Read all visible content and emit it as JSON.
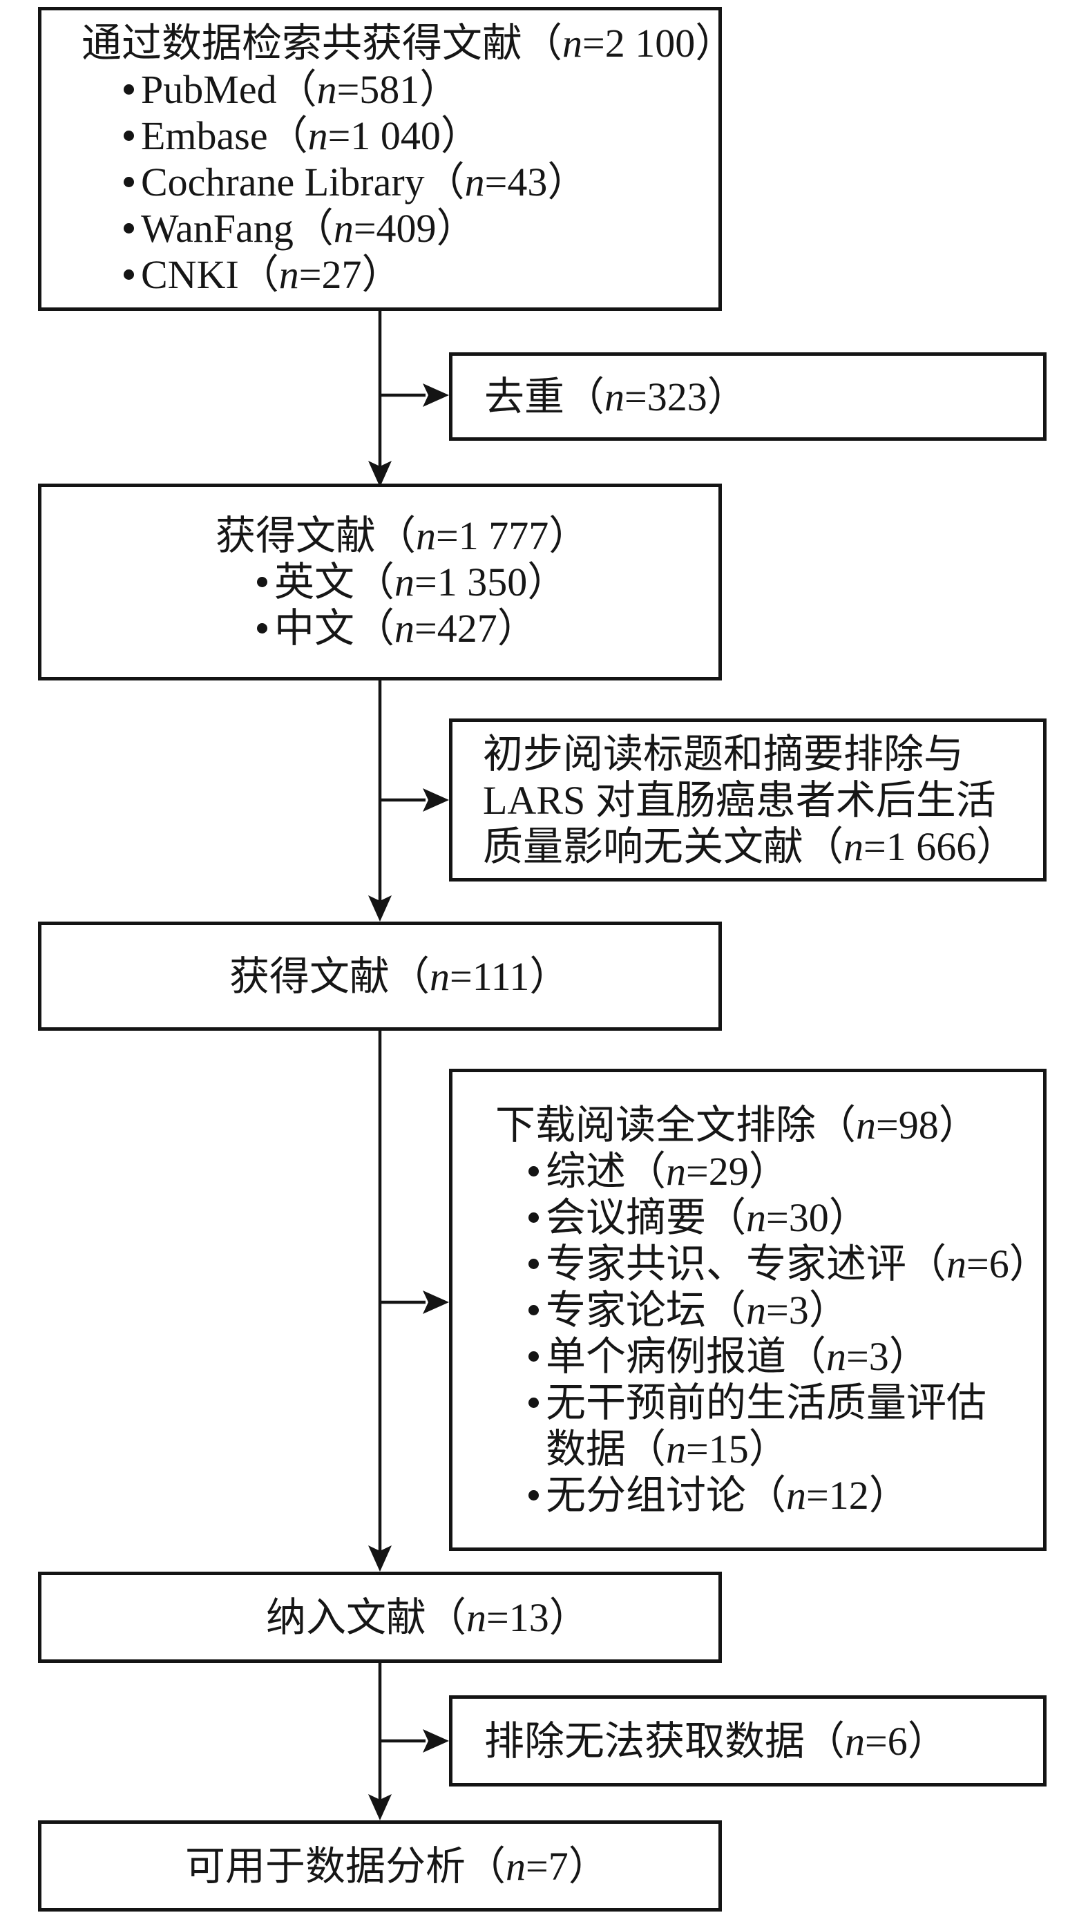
{
  "colors": {
    "ink": "#141414",
    "background": "#ffffff"
  },
  "flow": {
    "box1": {
      "title": "通过数据检索共获得文献（n=2 100）",
      "bullets": [
        "PubMed（n=581）",
        "Embase（n=1 040）",
        "Cochrane Library（n=43）",
        "WanFang（n=409）",
        "CNKI（n=27）"
      ]
    },
    "box2": {
      "label": "去重（n=323）"
    },
    "box3": {
      "title": "获得文献（n=1 777）",
      "bullets": [
        "英文（n=1 350）",
        "中文（n=427）"
      ]
    },
    "box4": {
      "lines": [
        "初步阅读标题和摘要排除与",
        "LARS 对直肠癌患者术后生活",
        "质量影响无关文献（n=1 666）"
      ]
    },
    "box5": {
      "label": "获得文献（n=111）"
    },
    "box6": {
      "title": "下载阅读全文排除（n=98）",
      "bullets": [
        "综述（n=29）",
        "会议摘要（n=30）",
        "专家共识、专家述评（n=6）",
        "专家论坛（n=3）",
        "单个病例报道（n=3）",
        "无干预前的生活质量评估",
        "无分组讨论（n=12）"
      ],
      "bullet6_continuation": "数据（n=15）"
    },
    "box7": {
      "label": "纳入文献（n=13）"
    },
    "box8": {
      "label": "排除无法获取数据（n=6）"
    },
    "box9": {
      "label": "可用于数据分析（n=7）"
    }
  }
}
